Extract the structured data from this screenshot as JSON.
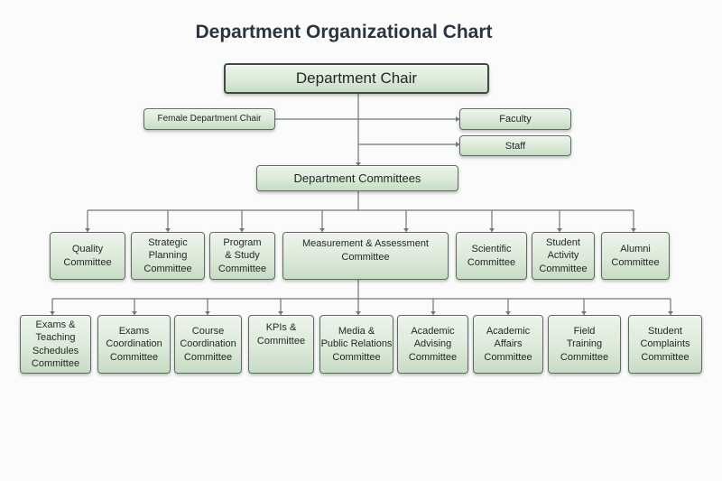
{
  "title": "Department Organizational Chart",
  "chair": "Department Chair",
  "female_chair": "Female Department Chair",
  "faculty": "Faculty",
  "staff": "Staff",
  "committees_header": "Department Committees",
  "level3": [
    "Quality\nCommittee",
    "Strategic\nPlanning\nCommittee",
    "Program\n& Study\nCommittee",
    "Measurement & Assessment\nCommittee",
    "Scientific\nCommittee",
    "Student\nActivity\nCommittee",
    "Alumni\nCommittee"
  ],
  "level4": [
    "Exams &\nTeaching\nSchedules\nCommittee",
    "Exams\nCoordination\nCommittee",
    "Course\nCoordination\nCommittee",
    "KPIs &\nCommittee",
    "Media &\nPublic Relations\nCommittee",
    "Academic\nAdvising\nCommittee",
    "Academic\nAffairs\nCommittee",
    "Field\nTraining\nCommittee",
    "Student\nComplaints\nCommittee"
  ],
  "colors": {
    "box_fill_top": "#edf4ec",
    "box_fill_bottom": "#c6dcc3",
    "border": "#5d6b62",
    "connector": "#6e7a73"
  }
}
